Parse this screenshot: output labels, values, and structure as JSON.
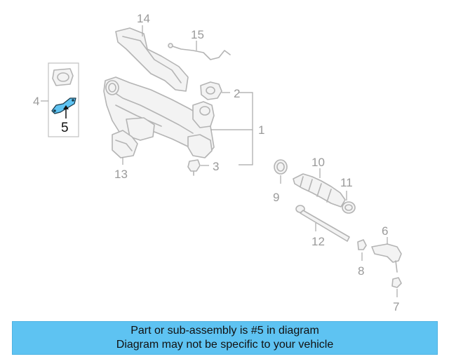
{
  "diagram": {
    "callouts": [
      "14",
      "15",
      "4",
      "2",
      "1",
      "5",
      "13",
      "3",
      "10",
      "11",
      "12",
      "9",
      "6",
      "8",
      "7"
    ],
    "highlighted_part": "5",
    "highlight_color": "#5ec3f2"
  },
  "banner": {
    "line1": "Part or sub-assembly is #5 in diagram",
    "line2": "Diagram may not be specific to your vehicle",
    "background": "#5ec3f2"
  }
}
